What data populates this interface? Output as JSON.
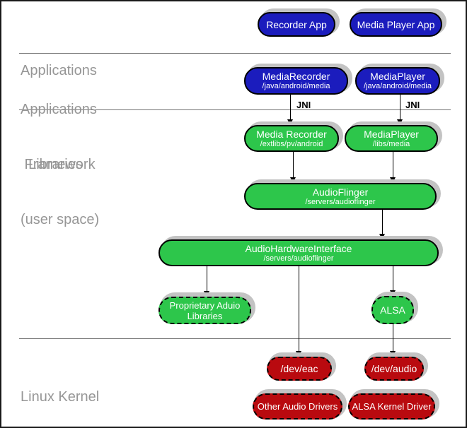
{
  "sections": {
    "applications": {
      "label": "Applications"
    },
    "framework": {
      "line1": "Applications",
      "line2": " Framework"
    },
    "libraries": {
      "line1": "  Libraries",
      "line2": "(user space)"
    },
    "kernel": {
      "label": "Linux Kernel"
    }
  },
  "nodes": {
    "recorder_app": {
      "title": "Recorder App"
    },
    "media_player_app": {
      "title": "Media Player App"
    },
    "media_recorder_fw": {
      "title": "MediaRecorder",
      "subtitle": "/java/android/media"
    },
    "media_player_fw": {
      "title": "MediaPlayer",
      "subtitle": "/java/android/media"
    },
    "media_recorder_lib": {
      "title": "Media Recorder",
      "subtitle": "/extlibs/pv/android"
    },
    "media_player_lib": {
      "title": "MediaPlayer",
      "subtitle": "/libs/media"
    },
    "audio_flinger": {
      "title": "AudioFlinger",
      "subtitle": "/servers/audioflinger"
    },
    "audio_hardware_interface": {
      "title": "AudioHardwareInterface",
      "subtitle": "/servers/audioflinger"
    },
    "proprietary_audio_libraries": {
      "title": "Proprietary Aduio Libraries"
    },
    "alsa": {
      "title": "ALSA"
    },
    "dev_eac": {
      "title": "/dev/eac"
    },
    "dev_audio": {
      "title": "/dev/audio"
    },
    "other_audio_drivers": {
      "title": "Other Audio Drivers"
    },
    "alsa_kernel_driver": {
      "title": "ALSA Kernel Driver"
    }
  },
  "edges": {
    "jni": "JNI"
  },
  "colors": {
    "framework_blue": "#1b1cbd",
    "library_green": "#2dc64b",
    "kernel_red": "#b90a0f",
    "section_label_gray": "#969696",
    "shadow_gray": "#c3c3c3",
    "edge_black": "#000000"
  }
}
